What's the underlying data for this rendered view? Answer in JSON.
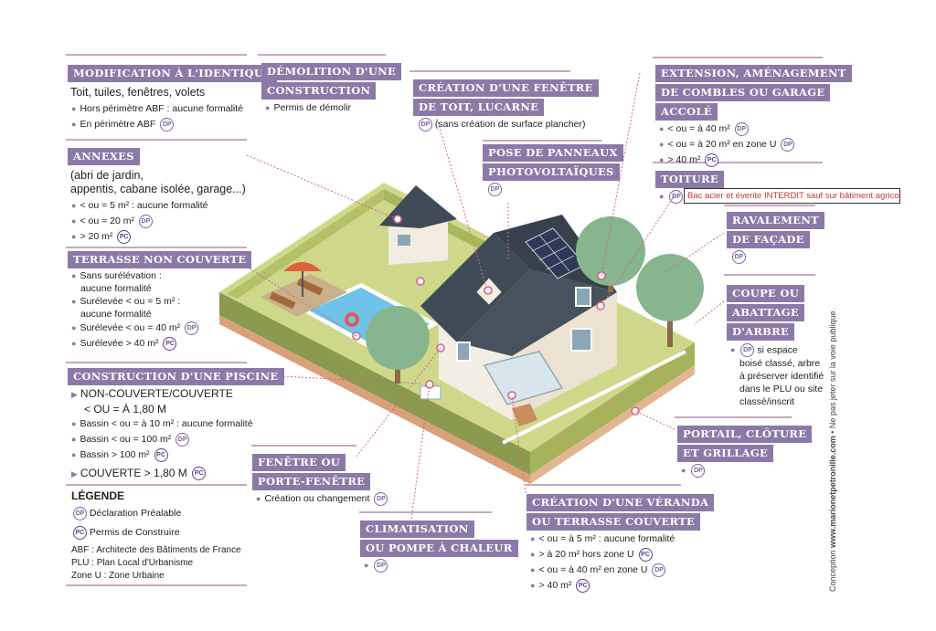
{
  "sections": {
    "modification": {
      "title": "MODIFICATION À L'IDENTIQUE",
      "subtitle": "Toit, tuiles, fenêtres, volets",
      "items": [
        "Hors périmètre ABF : aucune formalité",
        "En périmètre ABF"
      ]
    },
    "demolition": {
      "title1": "DÉMOLITION D'UNE",
      "title2": "CONSTRUCTION",
      "items": [
        "Permis de démolir"
      ]
    },
    "fenetre_toit": {
      "title1": "CRÉATION D'UNE FENÊTRE",
      "title2": "DE TOIT, LUCARNE",
      "items": [
        "(sans création de surface plancher)"
      ]
    },
    "extension": {
      "title1": "EXTENSION, AMÉNAGEMENT",
      "title2": "DE COMBLES OU GARAGE",
      "title3": "ACCOLÉ",
      "items": [
        "< ou = à 40 m²",
        "< ou = à 20 m² en zone U",
        "> 40 m²"
      ]
    },
    "annexes": {
      "title": "ANNEXES",
      "sub1": "(abri de jardin,",
      "sub2": "appentis, cabane isolée, garage...)",
      "items": [
        "< ou = 5 m² : aucune formalité",
        "< ou = 20 m²",
        "> 20 m²"
      ]
    },
    "panneaux": {
      "title1": "POSE DE PANNEAUX",
      "title2": "PHOTOVOLTAÏQUES"
    },
    "toiture": {
      "title": "TOITURE",
      "note": "Bac acier et éverite INTERDIT sauf sur bâtiment agricole"
    },
    "ravalement": {
      "title1": "RAVALEMENT",
      "title2": "DE FAÇADE"
    },
    "terrasse": {
      "title": "TERRASSE NON COUVERTE",
      "items": [
        "Sans surélévation :",
        "aucune formalité",
        "Surélevée < ou = 5 m² :",
        "aucune formalité",
        "Surélevée < ou = 40 m²",
        "Surélevée > 40 m²"
      ]
    },
    "coupe": {
      "title1": "COUPE OU",
      "title2": "ABATTAGE",
      "title3": "D'ARBRE",
      "items": [
        "si espace",
        "boisé classé, arbre",
        "à préserver identifié",
        "dans le PLU ou site",
        "classé/inscrit"
      ]
    },
    "piscine": {
      "title": "CONSTRUCTION D'UNE PISCINE",
      "big1": "NON-COUVERTE/COUVERTE",
      "big2": "< OU = À 1,80 M",
      "items": [
        "Bassin < ou = à 10 m² : aucune formalité",
        "Bassin < ou = 100 m²",
        "Bassin > 100 m²"
      ],
      "big3": "COUVERTE > 1,80 M"
    },
    "portail": {
      "title1": "PORTAIL, CLÔTURE",
      "title2": "ET GRILLAGE"
    },
    "fenetre": {
      "title1": "FENÊTRE OU",
      "title2": "PORTE-FENÊTRE",
      "items": [
        "Création ou changement"
      ]
    },
    "veranda": {
      "title1": "CRÉATION D'UNE VÉRANDA",
      "title2": "OU TERRASSE COUVERTE",
      "items": [
        "< ou = à 5 m² : aucune formalité",
        "> à 20 m² hors zone U",
        "< ou = à 40 m² en zone U",
        "> 40 m²"
      ]
    },
    "clim": {
      "title1": "CLIMATISATION",
      "title2": "OU POMPE À CHALEUR"
    }
  },
  "legend": {
    "title": "LÉGENDE",
    "dp": "Déclaration Préalable",
    "pc": "Permis de Construire",
    "abf": "ABF : Architecte des Bâtiments de France",
    "plu": "PLU : Plan Local d'Urbanisme",
    "zone": "Zone U : Zone Urbaine"
  },
  "badges": {
    "dp": "DP",
    "pc": "PC"
  },
  "credit": {
    "prefix": "Conception ",
    "site": "www.marionetpetronille.com",
    "suffix": "  •  Ne pas jeter sur la voie publique."
  },
  "colors": {
    "accent": "#8c79a8",
    "line": "#c9a8bf",
    "grass": "#cfd88a",
    "roof": "#3f4b57"
  }
}
